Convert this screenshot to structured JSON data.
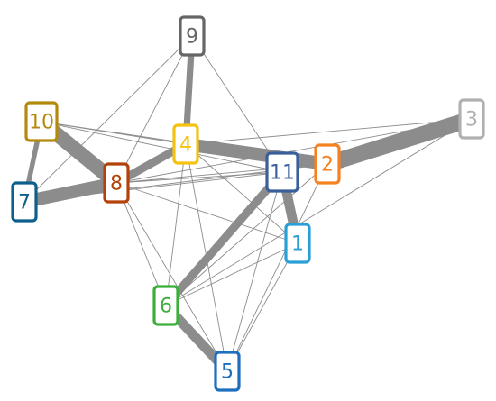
{
  "nodes": [
    {
      "id": "1",
      "label": "1",
      "color": "#2a9fd6"
    },
    {
      "id": "2",
      "label": "2",
      "color": "#f58220"
    },
    {
      "id": "3",
      "label": "3",
      "color": "#b0b0b0"
    },
    {
      "id": "4",
      "label": "4",
      "color": "#f5c211"
    },
    {
      "id": "5",
      "label": "5",
      "color": "#1f6fbf"
    },
    {
      "id": "6",
      "label": "6",
      "color": "#3cae3c"
    },
    {
      "id": "7",
      "label": "7",
      "color": "#0e5f8c"
    },
    {
      "id": "8",
      "label": "8",
      "color": "#b34208"
    },
    {
      "id": "9",
      "label": "9",
      "color": "#666666"
    },
    {
      "id": "10",
      "label": "10",
      "color": "#b48a0c"
    },
    {
      "id": "11",
      "label": "11",
      "color": "#3a5f9a"
    }
  ],
  "edges": [
    {
      "source": "2",
      "target": "3",
      "weight": 10
    },
    {
      "source": "4",
      "target": "2",
      "weight": 8
    },
    {
      "source": "10",
      "target": "8",
      "weight": 9
    },
    {
      "source": "7",
      "target": "8",
      "weight": 8
    },
    {
      "source": "8",
      "target": "4",
      "weight": 5
    },
    {
      "source": "9",
      "target": "4",
      "weight": 4
    },
    {
      "source": "11",
      "target": "1",
      "weight": 6
    },
    {
      "source": "11",
      "target": "6",
      "weight": 5
    },
    {
      "source": "6",
      "target": "5",
      "weight": 6
    },
    {
      "source": "10",
      "target": "7",
      "weight": 3
    },
    {
      "source": "10",
      "target": "4",
      "weight": 1
    },
    {
      "source": "10",
      "target": "11",
      "weight": 1
    },
    {
      "source": "10",
      "target": "2",
      "weight": 1
    },
    {
      "source": "9",
      "target": "7",
      "weight": 1
    },
    {
      "source": "9",
      "target": "8",
      "weight": 1
    },
    {
      "source": "9",
      "target": "11",
      "weight": 1
    },
    {
      "source": "4",
      "target": "3",
      "weight": 1
    },
    {
      "source": "4",
      "target": "1",
      "weight": 1
    },
    {
      "source": "4",
      "target": "6",
      "weight": 1
    },
    {
      "source": "4",
      "target": "5",
      "weight": 1
    },
    {
      "source": "8",
      "target": "1",
      "weight": 1
    },
    {
      "source": "8",
      "target": "2",
      "weight": 1
    },
    {
      "source": "8",
      "target": "3",
      "weight": 1
    },
    {
      "source": "8",
      "target": "11",
      "weight": 1
    },
    {
      "source": "8",
      "target": "5",
      "weight": 1
    },
    {
      "source": "8",
      "target": "6",
      "weight": 1
    },
    {
      "source": "7",
      "target": "11",
      "weight": 1
    },
    {
      "source": "7",
      "target": "2",
      "weight": 1
    },
    {
      "source": "11",
      "target": "3",
      "weight": 1
    },
    {
      "source": "11",
      "target": "5",
      "weight": 1
    },
    {
      "source": "2",
      "target": "6",
      "weight": 1
    },
    {
      "source": "2",
      "target": "5",
      "weight": 1
    },
    {
      "source": "1",
      "target": "5",
      "weight": 1
    },
    {
      "source": "3",
      "target": "6",
      "weight": 1
    },
    {
      "source": "1",
      "target": "6",
      "weight": 1
    }
  ]
}
